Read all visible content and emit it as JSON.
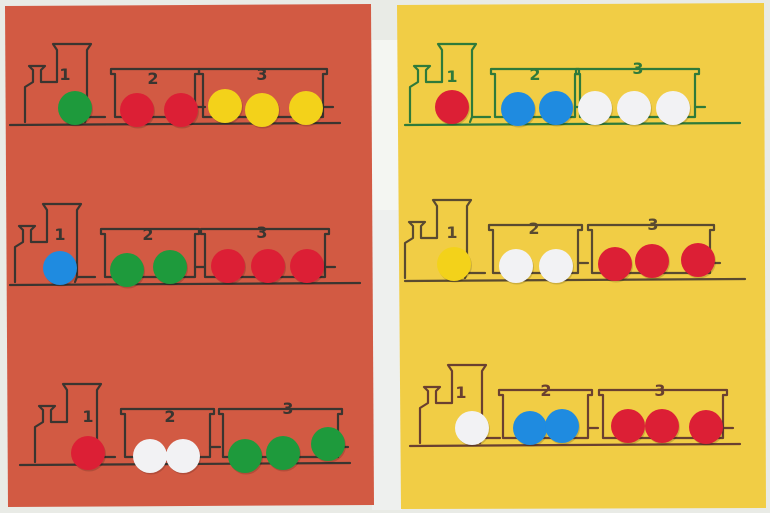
{
  "colors": {
    "red_paper": "#d25a43",
    "yellow_paper": "#f1cd45",
    "background": "#e9ebe6",
    "sticker_red": "#dc1f35",
    "sticker_green": "#1e9a3c",
    "sticker_yellow": "#f3d21a",
    "sticker_blue": "#1f8be0",
    "sticker_white": "#f2f2f4",
    "ink": "#3a3530"
  },
  "sheets": [
    {
      "name": "red-sheet",
      "trains": [
        {
          "labels": [
            "1",
            "2",
            "3"
          ],
          "stickers": [
            [
              "green"
            ],
            [
              "red",
              "red"
            ],
            [
              "yellow",
              "yellow",
              "yellow"
            ]
          ]
        },
        {
          "labels": [
            "1",
            "2",
            "3"
          ],
          "stickers": [
            [
              "blue"
            ],
            [
              "green",
              "green"
            ],
            [
              "red",
              "red",
              "red"
            ]
          ]
        },
        {
          "labels": [
            "1",
            "2",
            "3"
          ],
          "stickers": [
            [
              "red"
            ],
            [
              "white",
              "white"
            ],
            [
              "green",
              "green",
              "green"
            ]
          ]
        }
      ]
    },
    {
      "name": "yellow-sheet",
      "trains": [
        {
          "labels": [
            "1",
            "2",
            "3"
          ],
          "stickers": [
            [
              "red"
            ],
            [
              "blue",
              "blue"
            ],
            [
              "white",
              "white",
              "white"
            ]
          ]
        },
        {
          "labels": [
            "1",
            "2",
            "3"
          ],
          "stickers": [
            [
              "yellow"
            ],
            [
              "white",
              "white"
            ],
            [
              "red",
              "red",
              "red"
            ]
          ]
        },
        {
          "labels": [
            "1",
            "2",
            "3"
          ],
          "stickers": [
            [
              "white"
            ],
            [
              "blue",
              "blue"
            ],
            [
              "red",
              "red",
              "red"
            ]
          ]
        }
      ]
    }
  ]
}
